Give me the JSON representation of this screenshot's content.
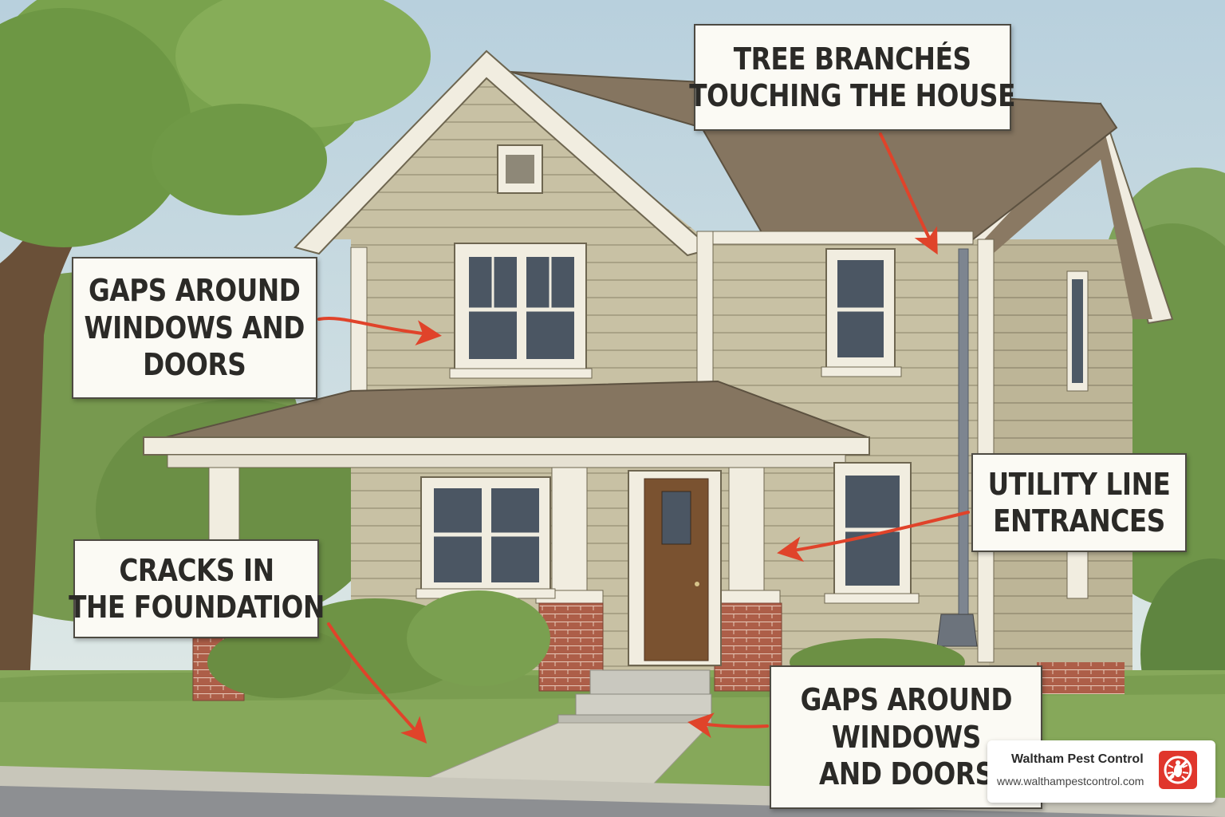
{
  "callouts": {
    "tree": {
      "lines": [
        "TREE BRANCHÉS",
        "TOUCHING THE HOUSE"
      ]
    },
    "gaps_upper": {
      "lines": [
        "GAPS AROUND",
        "WINDOWS AND",
        "DOORS"
      ]
    },
    "utility": {
      "lines": [
        "UTILITY LINE",
        "ENTRANCES"
      ]
    },
    "cracks": {
      "lines": [
        "CRACKS IN",
        "THE FOUNDATION"
      ]
    },
    "gaps_lower": {
      "lines": [
        "GAPS AROUND",
        "WINDOWS",
        "AND DOORS"
      ]
    }
  },
  "brand": {
    "name": "Waltham Pest Control",
    "url": "www.walthampestcontrol.com",
    "logo_icon": "no-bug-icon"
  },
  "colors": {
    "arrow": "#e0432a",
    "siding": "#c7c0a3",
    "roof": "#857560",
    "trim": "#f1ede0",
    "brick": "#a95a45",
    "lawn": "#86a85a",
    "door": "#7a5230",
    "brand_accent": "#e0362c"
  }
}
